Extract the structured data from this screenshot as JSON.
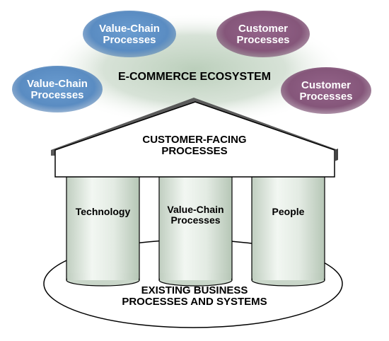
{
  "ecosystem": {
    "label": "E-COMMERCE ECOSYSTEM",
    "ovals": [
      {
        "line1": "Value-Chain",
        "line2": "Processes",
        "kind": "value-chain"
      },
      {
        "line1": "Customer",
        "line2": "Processes",
        "kind": "customer"
      },
      {
        "line1": "Value-Chain",
        "line2": "Processes",
        "kind": "value-chain"
      },
      {
        "line1": "Customer",
        "line2": "Processes",
        "kind": "customer"
      }
    ]
  },
  "roof": {
    "line1": "CUSTOMER-FACING",
    "line2": "PROCESSES"
  },
  "pillars": [
    {
      "line1": "Technology",
      "line2": ""
    },
    {
      "line1": "Value-Chain",
      "line2": "Processes"
    },
    {
      "line1": "People",
      "line2": ""
    }
  ],
  "base": {
    "line1": "EXISTING BUSINESS",
    "line2": "PROCESSES AND SYSTEMS"
  },
  "colors": {
    "value_chain_oval": "#5b8fc4",
    "customer_oval": "#8a5a7e",
    "haze": "#b8ccb8",
    "pillar_light": "#eef3ee",
    "pillar_dark": "#c3d0c3"
  }
}
